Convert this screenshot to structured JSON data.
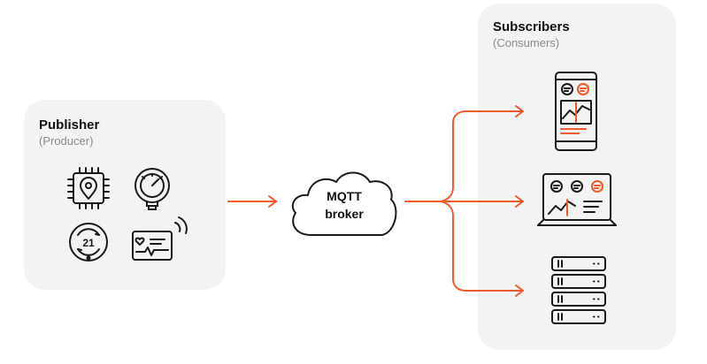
{
  "publisher": {
    "title": "Publisher",
    "subtitle": "(Producer)",
    "icons": [
      "chip-location-icon",
      "pressure-gauge-icon",
      "thermostat-icon",
      "heart-monitor-icon"
    ]
  },
  "broker": {
    "line1": "MQTT",
    "line2": "broker"
  },
  "subscribers": {
    "title": "Subscribers",
    "subtitle": "(Consumers)",
    "icons": [
      "phone-dashboard-icon",
      "laptop-dashboard-icon",
      "server-stack-icon"
    ]
  },
  "thermostat": {
    "value": "21"
  },
  "colors": {
    "accent": "#f05a28",
    "panel": "#f3f3f3",
    "ink": "#1a1a1a"
  }
}
